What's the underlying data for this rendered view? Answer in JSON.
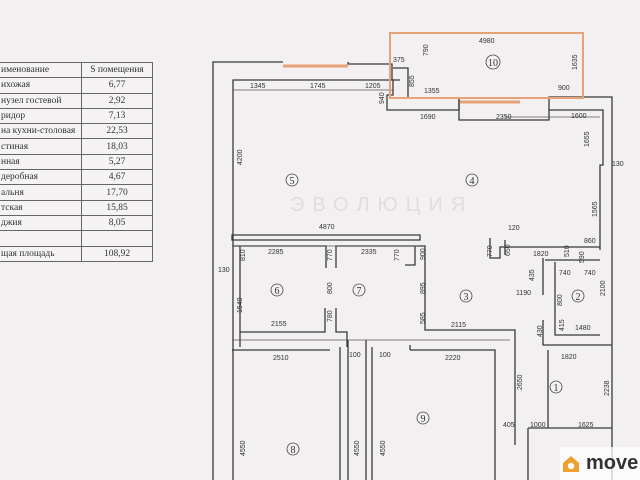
{
  "table": {
    "header": {
      "name": "именование",
      "area": "S помещения"
    },
    "rows": [
      {
        "name": "ихожая",
        "area": "6,77"
      },
      {
        "name": "нузел гостевой",
        "area": "2,92"
      },
      {
        "name": "ридор",
        "area": "7,13"
      },
      {
        "name": "на кухни-столовая",
        "area": "22,53"
      },
      {
        "name": "стиная",
        "area": "18,03"
      },
      {
        "name": "нная",
        "area": "5,27"
      },
      {
        "name": "деробная",
        "area": "4,67"
      },
      {
        "name": "альня",
        "area": "17,70"
      },
      {
        "name": "тская",
        "area": "15,85"
      },
      {
        "name": "джия",
        "area": "8,05"
      }
    ],
    "total": {
      "name": "щая площадь",
      "area": "108,92"
    }
  },
  "rooms": [
    "1",
    "2",
    "3",
    "4",
    "5",
    "6",
    "7",
    "8",
    "9",
    "10"
  ],
  "dims": [
    "4980",
    "790",
    "1635",
    "375",
    "1345",
    "1745",
    "1205",
    "940",
    "855",
    "1355",
    "900",
    "1690",
    "2350",
    "1600",
    "1655",
    "130",
    "4200",
    "1565",
    "4870",
    "120",
    "860",
    "2285",
    "2335",
    "770",
    "770",
    "900",
    "130",
    "810",
    "800",
    "895",
    "1540",
    "780",
    "2155",
    "585",
    "2115",
    "2510",
    "100",
    "100",
    "2220",
    "2650",
    "4550",
    "4550",
    "4550",
    "405",
    "1000",
    "1625",
    "2238",
    "1820",
    "430",
    "415",
    "1480",
    "800",
    "2100",
    "1190",
    "435",
    "740",
    "740",
    "1820",
    "770",
    "650",
    "510",
    "590"
  ],
  "watermark": "ЭВОЛЮЦИЯ",
  "logo": {
    "text": "move",
    "color": "#f0a030"
  },
  "colors": {
    "window": "#e7a277",
    "wall": "#3a3a3a"
  }
}
